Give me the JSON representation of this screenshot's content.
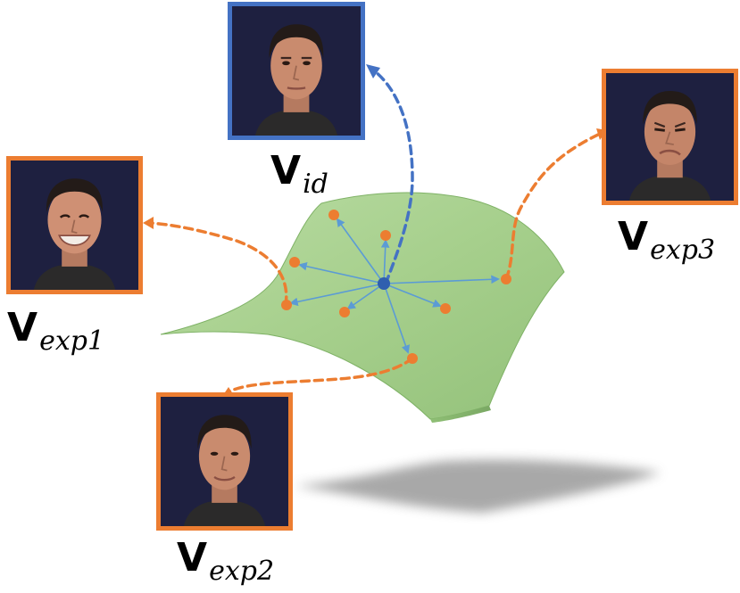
{
  "labels": {
    "id": {
      "main": "V",
      "sub": "id"
    },
    "exp1": {
      "main": "V",
      "sub": "exp1"
    },
    "exp2": {
      "main": "V",
      "sub": "exp2"
    },
    "exp3": {
      "main": "V",
      "sub": "exp3"
    }
  },
  "colors": {
    "identity_border": "#4472c4",
    "expression_border": "#ec7d31",
    "manifold_fill": "#a9d18e",
    "center_point": "#2f5faf",
    "sample_point": "#ec7d31",
    "arrow": "#5b9bd5",
    "shadow": "#8c8c8c"
  },
  "icons": {
    "identity_face": "neutral-face-photo",
    "exp1_face": "smiling-face-photo",
    "exp2_face": "slight-smile-face-photo",
    "exp3_face": "disgust-face-photo"
  }
}
